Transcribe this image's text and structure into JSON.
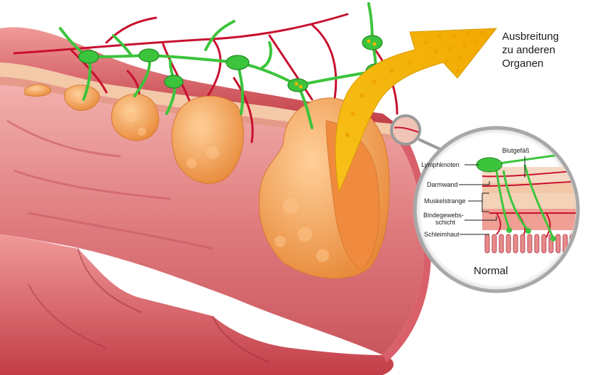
{
  "spread_label": [
    "Ausbreitung",
    "zu anderen",
    "Organen"
  ],
  "inset": {
    "caption": "Normal",
    "labels": {
      "blood_vessel": "Blutgefäß",
      "lymph_node": "Lymphknoten",
      "bowel_wall": "Darmwand",
      "muscle_strands": "Muskelstrange",
      "connective_1": "Bindegewebs-",
      "connective_2": "schicht",
      "mucosa": "Schleimhaut"
    }
  },
  "colors": {
    "tissue_pink": "#e8868a",
    "tissue_dark": "#b83a45",
    "tumor_orange": "#f2a25a",
    "lymph_green": "#3cc43c",
    "vessel_red": "#c8102e",
    "arrow_yellow": "#f5b800"
  }
}
